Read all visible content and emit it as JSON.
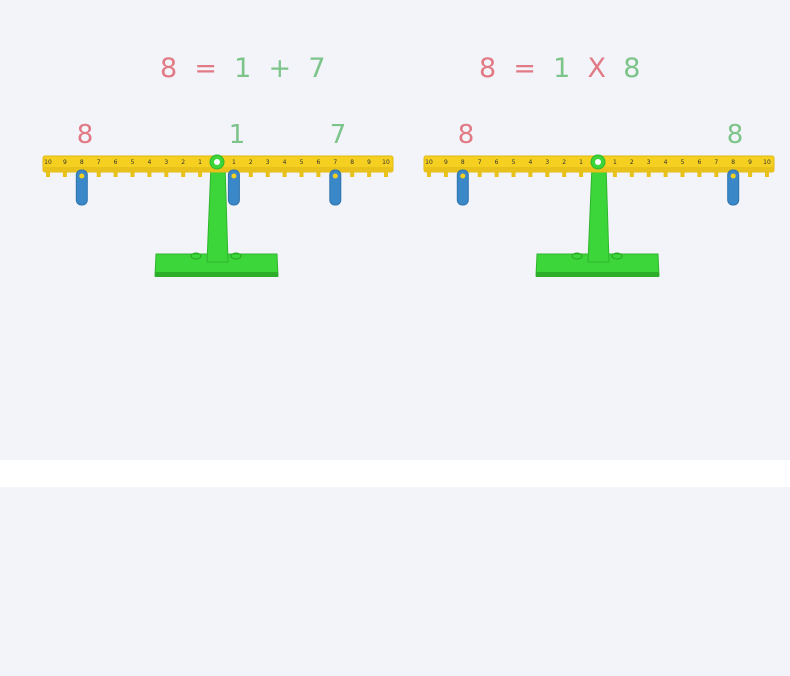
{
  "equations": [
    {
      "lhs": "8",
      "eq": "=",
      "a": "1",
      "op": "+",
      "b": "7",
      "left_labels": [
        "8"
      ],
      "right_labels": [
        "1",
        "7"
      ],
      "left_pegs": [
        8
      ],
      "right_pegs": [
        1,
        7
      ]
    },
    {
      "lhs": "8",
      "eq": "=",
      "a": "1",
      "op": "X",
      "b": "8",
      "left_labels": [
        "8"
      ],
      "right_labels": [
        "8"
      ],
      "left_pegs": [
        8
      ],
      "right_pegs": [
        8
      ]
    }
  ],
  "beam_numbers_left": [
    "10",
    "9",
    "8",
    "7",
    "6",
    "5",
    "4",
    "3",
    "2",
    "1"
  ],
  "beam_numbers_right": [
    "1",
    "2",
    "3",
    "4",
    "5",
    "6",
    "7",
    "8",
    "9",
    "10"
  ],
  "colors": {
    "background": "#f2f4f9",
    "equation_lhs": "#e27a85",
    "equation_rhs": "#7cc489",
    "beam": "#f5d020",
    "stand": "#3cd63a",
    "weight": "#3b88c8"
  }
}
